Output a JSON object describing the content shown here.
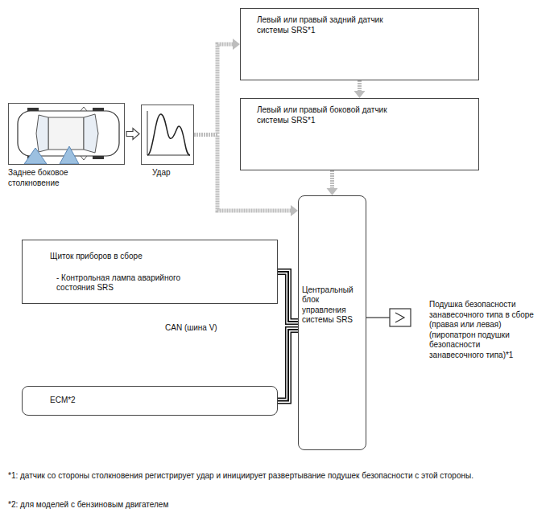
{
  "diagram": {
    "nodes": [
      {
        "text": [
          "Заднее боковое столкновение"
        ]
      },
      {
        "text": [
          "Удар"
        ]
      },
      {
        "text": [
          "Левый или правый задний датчик системы SRS*1"
        ]
      },
      {
        "text": [
          "Левый или правый боковой датчик системы SRS*1"
        ]
      },
      {
        "text": [
          "Щиток приборов в сборе",
          "- Контрольная лампа аварийного состояния SRS"
        ]
      },
      {
        "text": [
          "Центральный блок управления системы SRS"
        ]
      },
      {
        "text": [
          "ECM*2"
        ]
      }
    ],
    "edges": [
      {
        "from": 0,
        "to": 1,
        "arrow": "to"
      },
      {
        "from": 1,
        "to": 2,
        "arrow": "to"
      },
      {
        "from": 2,
        "to": 3,
        "arrow": "to"
      },
      {
        "from": 3,
        "to": 5,
        "arrow": "to"
      },
      {
        "from": 1,
        "to": 5,
        "arrow": "to"
      },
      {
        "from": 4,
        "to": 5,
        "arrow": "none"
      },
      {
        "from": 6,
        "to": 5,
        "arrow": "none"
      }
    ],
    "labels": [
      "CAN (шина V)",
      "Подушка безопасности занавесочного типа в сборе (правая или левая) (пиропатрон подушки безопасности занавесочного типа)*1",
      "*1: датчик со стороны столкновения регистрирует удар и инициирует развертывание подушек безопасности с этой стороны.",
      "*2: для моделей с бензиновым двигателем"
    ]
  }
}
